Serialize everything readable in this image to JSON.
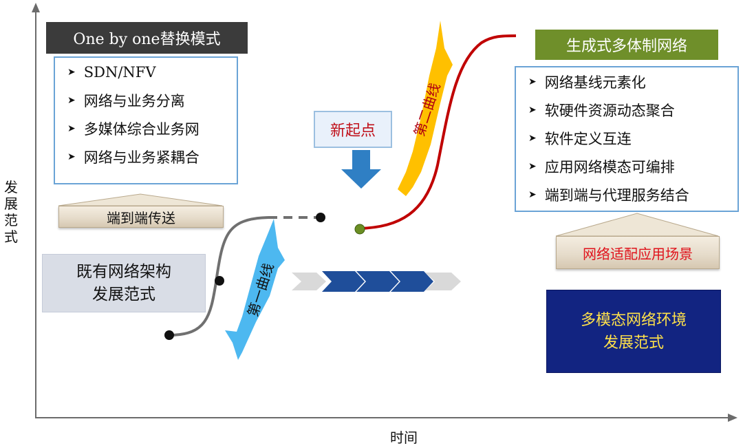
{
  "left_panel": {
    "title": "One by one替换模式",
    "items": [
      "SDN/NFV",
      "网络与业务分离",
      "多媒体综合业务网",
      "网络与业务紧耦合"
    ],
    "stone_label": "端到端传送"
  },
  "right_panel": {
    "title": "生成式多体制网络",
    "items": [
      "网络基线元素化",
      "软硬件资源动态聚合",
      "软件定义互连",
      "应用网络模态可编排",
      "端到端与代理服务结合"
    ],
    "stone_label": "网络适配应用场景"
  },
  "legacy_paradigm": [
    "既有网络架构",
    "发展范式"
  ],
  "multimodal_paradigm": [
    "多模态网络环境",
    "发展范式"
  ],
  "new_start": "新起点",
  "first_curve": "第一曲线",
  "second_curve": "第二曲线",
  "axis": {
    "y": "发展范式",
    "x": "时间"
  },
  "colors": {
    "dark_title": "#3b3b3b",
    "green_title": "#6f8f2a",
    "list_border": "#6aa3d6",
    "second_curve": "#c00000",
    "first_curve": "#707070",
    "first_label_bg": "#4db8f0",
    "second_label_bg": "#ffc000",
    "navy_box": "#122481",
    "navy_text": "#ffe14a",
    "chevron_dark": "#1f4e9a",
    "chevron_light": "#d9d9d9",
    "arrow_blue": "#2f7fc4"
  },
  "list_bullet_icon": "arrow-bullet-icon"
}
